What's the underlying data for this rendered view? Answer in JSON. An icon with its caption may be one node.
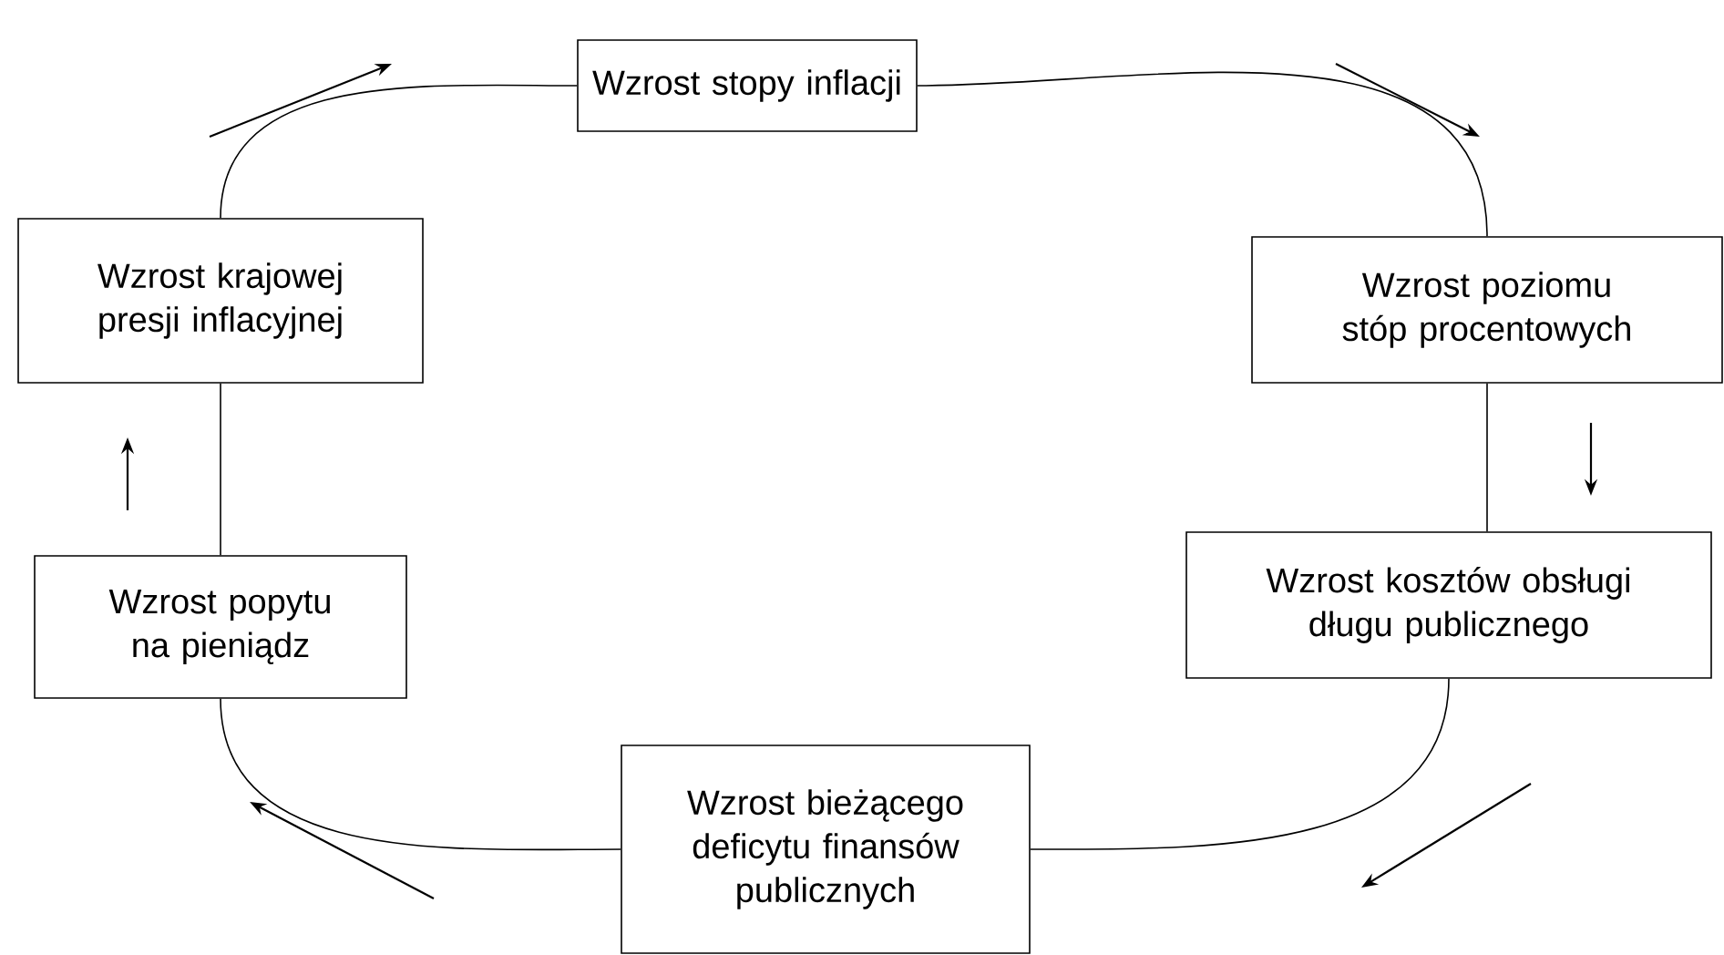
{
  "diagram": {
    "nodes": [
      {
        "text": [
          "Wzrost stopy inflacji"
        ]
      },
      {
        "text": [
          "Wzrost poziomu stóp procentowych"
        ]
      },
      {
        "text": [
          "Wzrost kosztów obsługi długu publicznego"
        ]
      },
      {
        "text": [
          "Wzrost bieżącego deficytu finansów publicznych"
        ]
      },
      {
        "text": [
          "Wzrost popytu na pieniądz"
        ]
      },
      {
        "text": [
          "Wzrost krajowej presji inflacyjnej"
        ]
      }
    ],
    "edges": [
      {
        "from": 0,
        "to": 1,
        "arrow": "none"
      },
      {
        "from": 1,
        "to": 2,
        "arrow": "none"
      },
      {
        "from": 2,
        "to": 3,
        "arrow": "none"
      },
      {
        "from": 3,
        "to": 4,
        "arrow": "none"
      },
      {
        "from": 4,
        "to": 5,
        "arrow": "none"
      },
      {
        "from": 5,
        "to": 0,
        "arrow": "none"
      }
    ]
  }
}
